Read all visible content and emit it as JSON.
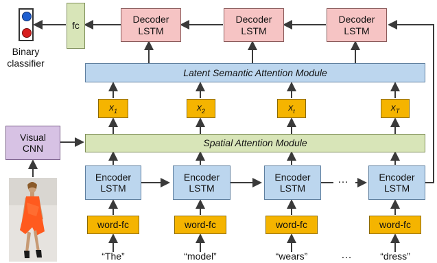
{
  "decoders": [
    {
      "line1": "Decoder",
      "line2": "LSTM"
    },
    {
      "line1": "Decoder",
      "line2": "LSTM"
    },
    {
      "line1": "Decoder",
      "line2": "LSTM"
    }
  ],
  "encoders": [
    {
      "line1": "Encoder",
      "line2": "LSTM"
    },
    {
      "line1": "Encoder",
      "line2": "LSTM"
    },
    {
      "line1": "Encoder",
      "line2": "LSTM"
    },
    {
      "line1": "Encoder",
      "line2": "LSTM"
    }
  ],
  "fc_label": "fc",
  "classifier_label_1": "Binary",
  "classifier_label_2": "classifier",
  "latent_module": "Latent Semantic Attention Module",
  "spatial_module": "Spatial Attention Module",
  "visual_cnn_1": "Visual",
  "visual_cnn_2": "CNN",
  "x_nodes": [
    {
      "base": "x",
      "sub": "1"
    },
    {
      "base": "x",
      "sub": "2"
    },
    {
      "base": "x",
      "sub": "t"
    },
    {
      "base": "x",
      "sub": "T"
    }
  ],
  "word_fc": [
    "word-fc",
    "word-fc",
    "word-fc",
    "word-fc"
  ],
  "words": [
    "“The”",
    "“model”",
    "“wears”",
    "“dress”"
  ],
  "ellipsis": "…",
  "ellipsis_mid": "…",
  "colors": {
    "decoder": "#f6c4c4",
    "encoder": "#bcd6ee",
    "word_fc": "#f5b400",
    "spatial": "#d8e5b8",
    "visual": "#d7c2e4",
    "classifier_blue": "#1f5fd0",
    "classifier_red": "#d81e1e"
  }
}
